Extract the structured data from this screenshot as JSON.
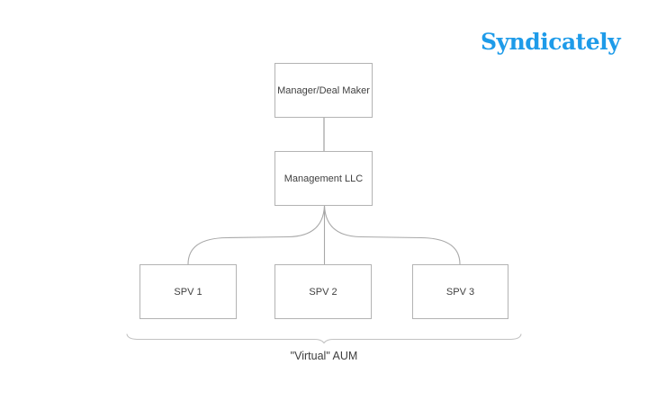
{
  "logo": {
    "text": "Syndicately",
    "color": "#1e9be9"
  },
  "diagram": {
    "type": "org-tree",
    "nodes": [
      {
        "id": "manager",
        "label": "Manager/Deal Maker"
      },
      {
        "id": "management",
        "label": "Management LLC"
      },
      {
        "id": "spv1",
        "label": "SPV 1"
      },
      {
        "id": "spv2",
        "label": "SPV 2"
      },
      {
        "id": "spv3",
        "label": "SPV 3"
      }
    ],
    "edges": [
      {
        "from": "manager",
        "to": "management"
      },
      {
        "from": "management",
        "to": "spv1"
      },
      {
        "from": "management",
        "to": "spv2"
      },
      {
        "from": "management",
        "to": "spv3"
      }
    ],
    "caption": "\"Virtual\" AUM",
    "colors": {
      "box_border": "#b3b3b3",
      "connector_line": "#a8a8a8",
      "brace_line": "#c2c2c2",
      "text": "#3f3f3f"
    }
  }
}
